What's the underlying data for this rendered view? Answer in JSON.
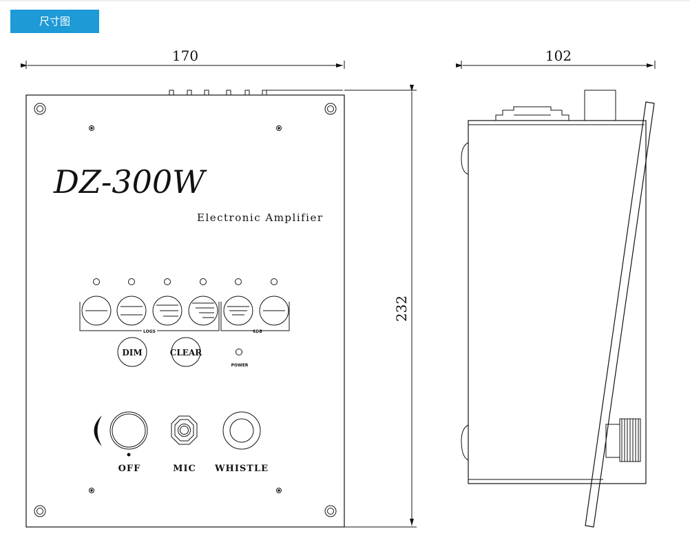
{
  "tab": {
    "label": "尺寸图"
  },
  "front": {
    "width_dim": "170",
    "height_dim": "232",
    "model": "DZ-300W",
    "subtitle": "Electronic Amplifier",
    "group_label_left": "LOGS",
    "group_label_right": "6DB",
    "dim_button": "DIM",
    "clear_button": "CLEAR",
    "power_label": "POWER",
    "knob_labels": [
      "OFF",
      "MIC",
      "WHISTLE"
    ]
  },
  "side": {
    "depth_dim": "102"
  }
}
